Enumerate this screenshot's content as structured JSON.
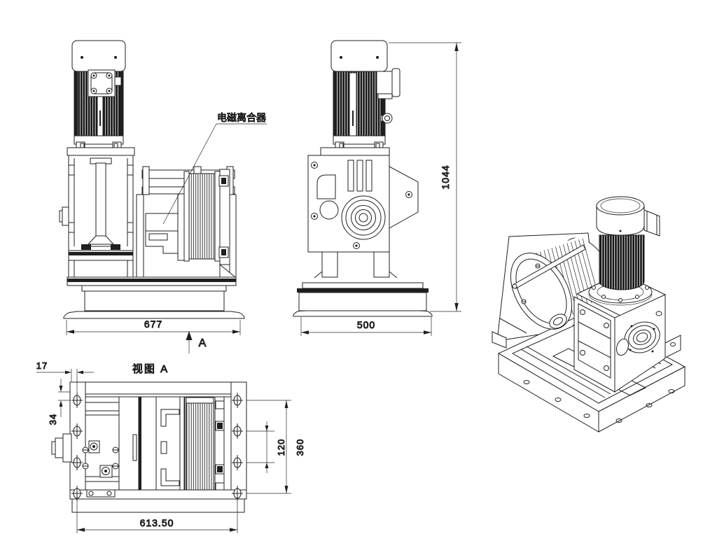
{
  "page": {
    "background": "#ffffff",
    "line_color": "#1f1f1f",
    "dimension_text_color": "#49525e",
    "drawing_type": "winch-assembly-engineering-drawing"
  },
  "front_view": {
    "callout_label": "电磁离合器",
    "width_dim": "677",
    "view_arrow_label": "A"
  },
  "side_view": {
    "width_dim": "500",
    "height_dim": "1044"
  },
  "view_a": {
    "title": "视图 A",
    "edge_offset_dim": "17",
    "hole_offset_dim": "34",
    "hole_pitch_inner_dim": "120",
    "hole_pitch_outer_dim": "360",
    "base_length_dim": "613.50"
  }
}
